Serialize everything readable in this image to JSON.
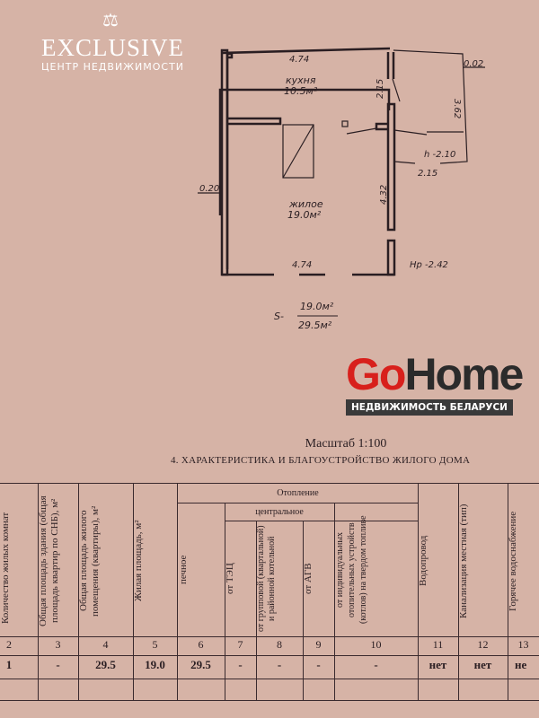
{
  "logo": {
    "name": "EXCLUSIVE",
    "subtitle": "ЦЕНТР НЕДВИЖИМОСТИ"
  },
  "plan": {
    "rooms": [
      {
        "name": "кухня",
        "area": "10.5м²"
      },
      {
        "name": "жилое",
        "area": "19.0м²"
      }
    ],
    "dimensions": {
      "top": "4.74",
      "bottom": "4.74",
      "left": "0.20",
      "inner_upper": "2.15",
      "inner_lower": "4.32",
      "annex_right": "3.62",
      "annex_top": "0.02",
      "annex_bottom": "2.15",
      "annex_height": "h -2.10",
      "ground_height": "Нр -2.42"
    },
    "area_summary": {
      "prefix": "S-",
      "living": "19.0м²",
      "total": "29.5м²"
    }
  },
  "scale": "Масштаб 1:100",
  "section_title": "4. ХАРАКТЕРИСТИКА И БЛАГОУСТРОЙСТВО ЖИЛОГО ДОМА",
  "table": {
    "group_heating": "Отопление",
    "group_central": "центральное",
    "headers": [
      "Количество жилых комнат",
      "Общая площадь здания (общая площадь квартир по СНБ), м²",
      "Общая площадь жилого помещения (квартиры), м²",
      "Жилая площадь, м²",
      "печное",
      "от ТЭЦ",
      "от групповой (квартальной) и районной котельной",
      "от АГВ",
      "от индивидуальных отопительных устройств (котлов) на твердом топливе",
      "Водопровод",
      "Канализация местная (тип)",
      "Горячее водоснабжение"
    ],
    "numbers": [
      "2",
      "3",
      "4",
      "5",
      "6",
      "7",
      "8",
      "9",
      "10",
      "11",
      "12",
      "13"
    ],
    "row": [
      "1",
      "-",
      "29.5",
      "19.0",
      "29.5",
      "-",
      "-",
      "-",
      "-",
      "нет",
      "нет",
      "не"
    ]
  },
  "watermark": {
    "brand_go": "Go",
    "brand_home": "Home",
    "tagline": "НЕДВИЖИМОСТЬ БЕЛАРУСИ"
  }
}
